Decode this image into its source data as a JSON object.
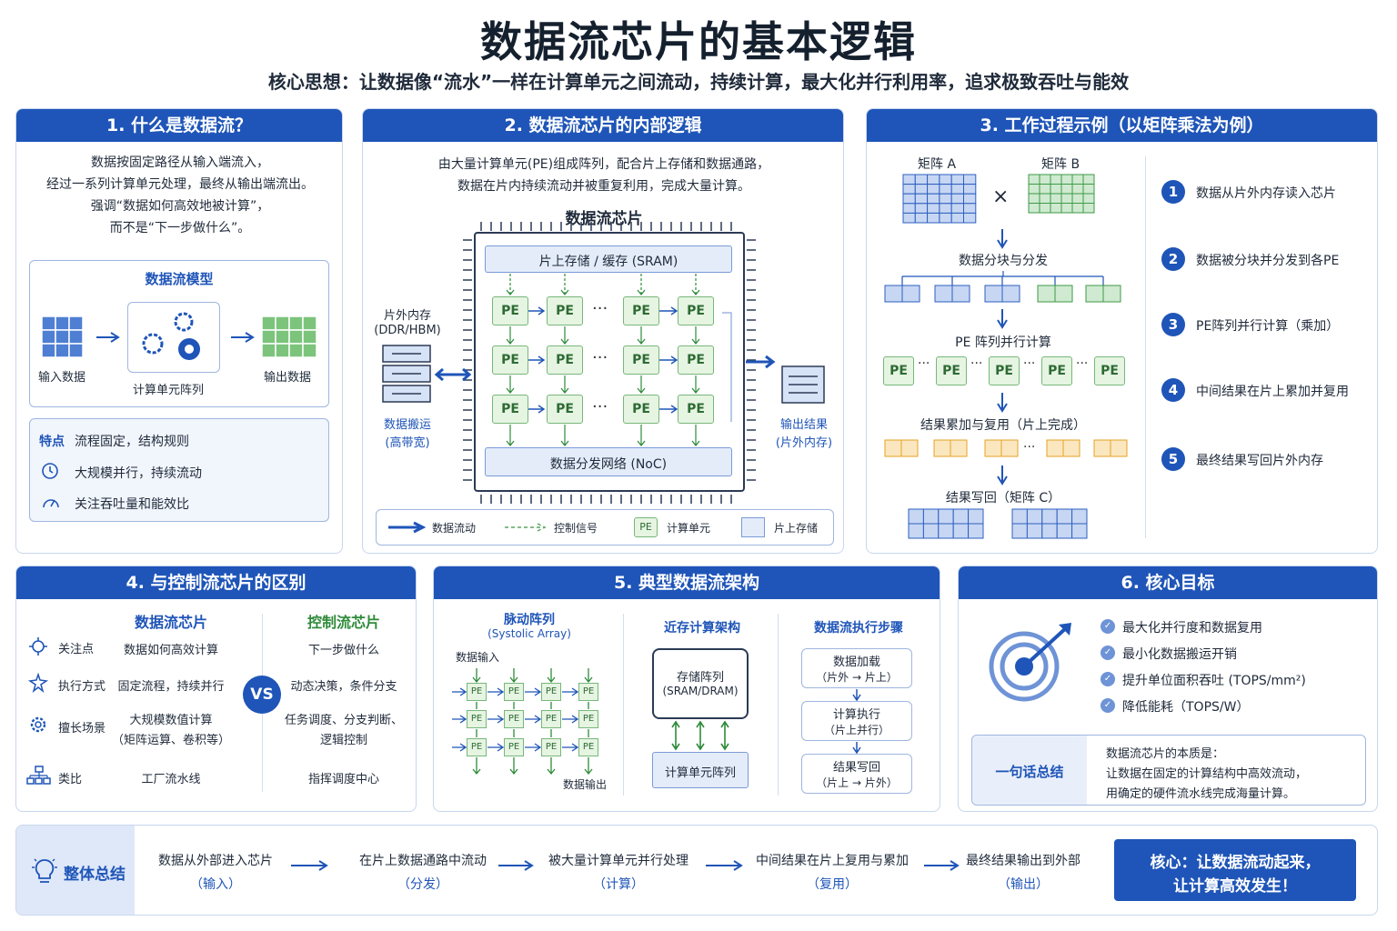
{
  "title": "数据流芯片的基本逻辑",
  "subtitle": "核心思想：让数据像“流水”一样在计算单元之间流动，持续计算，最大化并行利用率，追求极致吞吐与能效",
  "s1": {
    "header": "1. 什么是数据流？",
    "lines": [
      "数据按固定路径从输入端流入，",
      "经过一系列计算单元处理，最终从输出端流出。",
      "强调“数据如何高效地被计算”，",
      "而不是“下一步做什么”。"
    ],
    "model_title": "数据流模型",
    "input_label": "输入数据",
    "array_label": "计算单元阵列",
    "output_label": "输出数据",
    "feat_title": "特点",
    "features": [
      "流程固定，结构规则",
      "大规模并行，持续流动",
      "关注吞吐量和能效比"
    ]
  },
  "s2": {
    "header": "2. 数据流芯片的内部逻辑",
    "lines": [
      "由大量计算单元(PE)组成阵列，配合片上存储和数据通路，",
      "数据在片内持续流动并被重复利用，完成大量计算。"
    ],
    "chip_title": "数据流芯片",
    "sram": "片上存储 / 缓存 (SRAM)",
    "noc": "数据分发网络 (NoC)",
    "pe": "PE",
    "ellipsis": "···",
    "ext_mem": "片外内存",
    "ext_mem2": "(DDR/HBM)",
    "move": "数据搬运",
    "move2": "(高带宽)",
    "out": "输出结果",
    "out2": "(片外内存)",
    "legend": [
      "数据流动",
      "控制信号",
      "计算单元",
      "片上存储"
    ]
  },
  "s3": {
    "header": "3. 工作过程示例（以矩阵乘法为例）",
    "matA": "矩阵 A",
    "matB": "矩阵 B",
    "times": "×",
    "split": "数据分块与分发",
    "pecalc": "PE 阵列并行计算",
    "accum": "结果累加与复用（片上完成）",
    "write": "结果写回（矩阵 C）",
    "steps": [
      "数据从片外内存读入芯片",
      "数据被分块并分发到各PE",
      "PE阵列并行计算（乘加）",
      "中间结果在片上累加并复用",
      "最终结果写回片外内存"
    ],
    "step_nums": [
      "1",
      "2",
      "3",
      "4",
      "5"
    ]
  },
  "s4": {
    "header": "4. 与控制流芯片的区别",
    "col_a": "数据流芯片",
    "col_b": "控制流芯片",
    "vs": "VS",
    "rows": [
      {
        "label": "关注点",
        "a": "数据如何高效计算",
        "b": "下一步做什么"
      },
      {
        "label": "执行方式",
        "a": "固定流程，持续并行",
        "b": "动态决策，条件分支"
      },
      {
        "label": "擅长场景",
        "a": "大规模数值计算",
        "a2": "（矩阵运算、卷积等）",
        "b": "任务调度、分支判断、",
        "b2": "逻辑控制"
      },
      {
        "label": "类比",
        "a": "工厂流水线",
        "b": "指挥调度中心"
      }
    ]
  },
  "s5": {
    "header": "5. 典型数据流架构",
    "sys_title": "脉动阵列",
    "sys_sub": "(Systolic Array)",
    "sys_in": "数据输入",
    "sys_out": "数据输出",
    "pe": "PE",
    "near_title": "近存计算架构",
    "mem_array": "存储阵列",
    "mem_array2": "(SRAM/DRAM)",
    "compute_array": "计算单元阵列",
    "steps_title": "数据流执行步骤",
    "steps": [
      {
        "a": "数据加载",
        "b": "（片外 → 片上）"
      },
      {
        "a": "计算执行",
        "b": "（片上并行）"
      },
      {
        "a": "结果写回",
        "b": "（片上 → 片外）"
      }
    ]
  },
  "s6": {
    "header": "6. 核心目标",
    "goals": [
      "最大化并行度和数据复用",
      "最小化数据搬运开销",
      "提升单位面积吞吐 (TOPS/mm²)",
      "降低能耗（TOPS/W）"
    ],
    "summary_label": "一句话总结",
    "summary": [
      "数据流芯片的本质是：",
      "让数据在固定的计算结构中高效流动，",
      "用确定的硬件流水线完成海量计算。"
    ]
  },
  "bottom": {
    "label": "整体总结",
    "flow": [
      {
        "a": "数据从外部进入芯片",
        "b": "（输入）"
      },
      {
        "a": "在片上数据通路中流动",
        "b": "（分发）"
      },
      {
        "a": "被大量计算单元并行处理",
        "b": "（计算）"
      },
      {
        "a": "中间结果在片上复用与累加",
        "b": "（复用）"
      },
      {
        "a": "最终结果输出到外部",
        "b": "（输出）"
      }
    ],
    "core": [
      "核心：让数据流动起来，",
      "让计算高效发生！"
    ]
  },
  "colors": {
    "primary": "#1f55b8",
    "green": "#2e8b3a",
    "orange": "#e6a323"
  }
}
